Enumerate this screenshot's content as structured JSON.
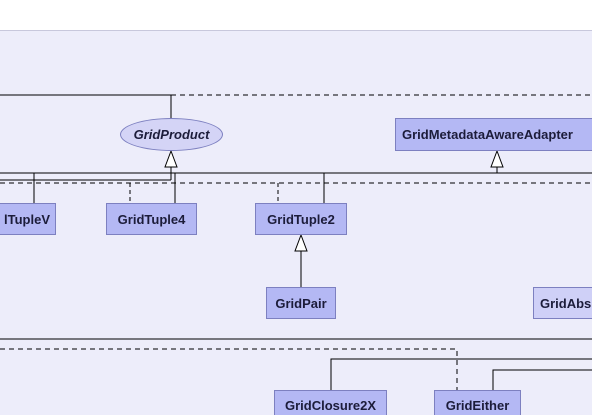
{
  "diagram": {
    "interfaces": {
      "grid_product": "GridProduct"
    },
    "classes": {
      "grid_metadata_aware_adapter": "GridMetadataAwareAdapter",
      "grid_tuple_v": "lTupleV",
      "grid_tuple4": "GridTuple4",
      "grid_tuple2": "GridTuple2",
      "grid_pair": "GridPair",
      "grid_abs": "GridAbs",
      "grid_closure2x": "GridClosure2X",
      "grid_either": "GridEither"
    },
    "colors": {
      "canvas": "#ededfa",
      "node_fill": "#b4b8f4",
      "node_border": "#7d80c0",
      "interface_fill": "#d4d4f6",
      "edge": "#000000"
    }
  }
}
